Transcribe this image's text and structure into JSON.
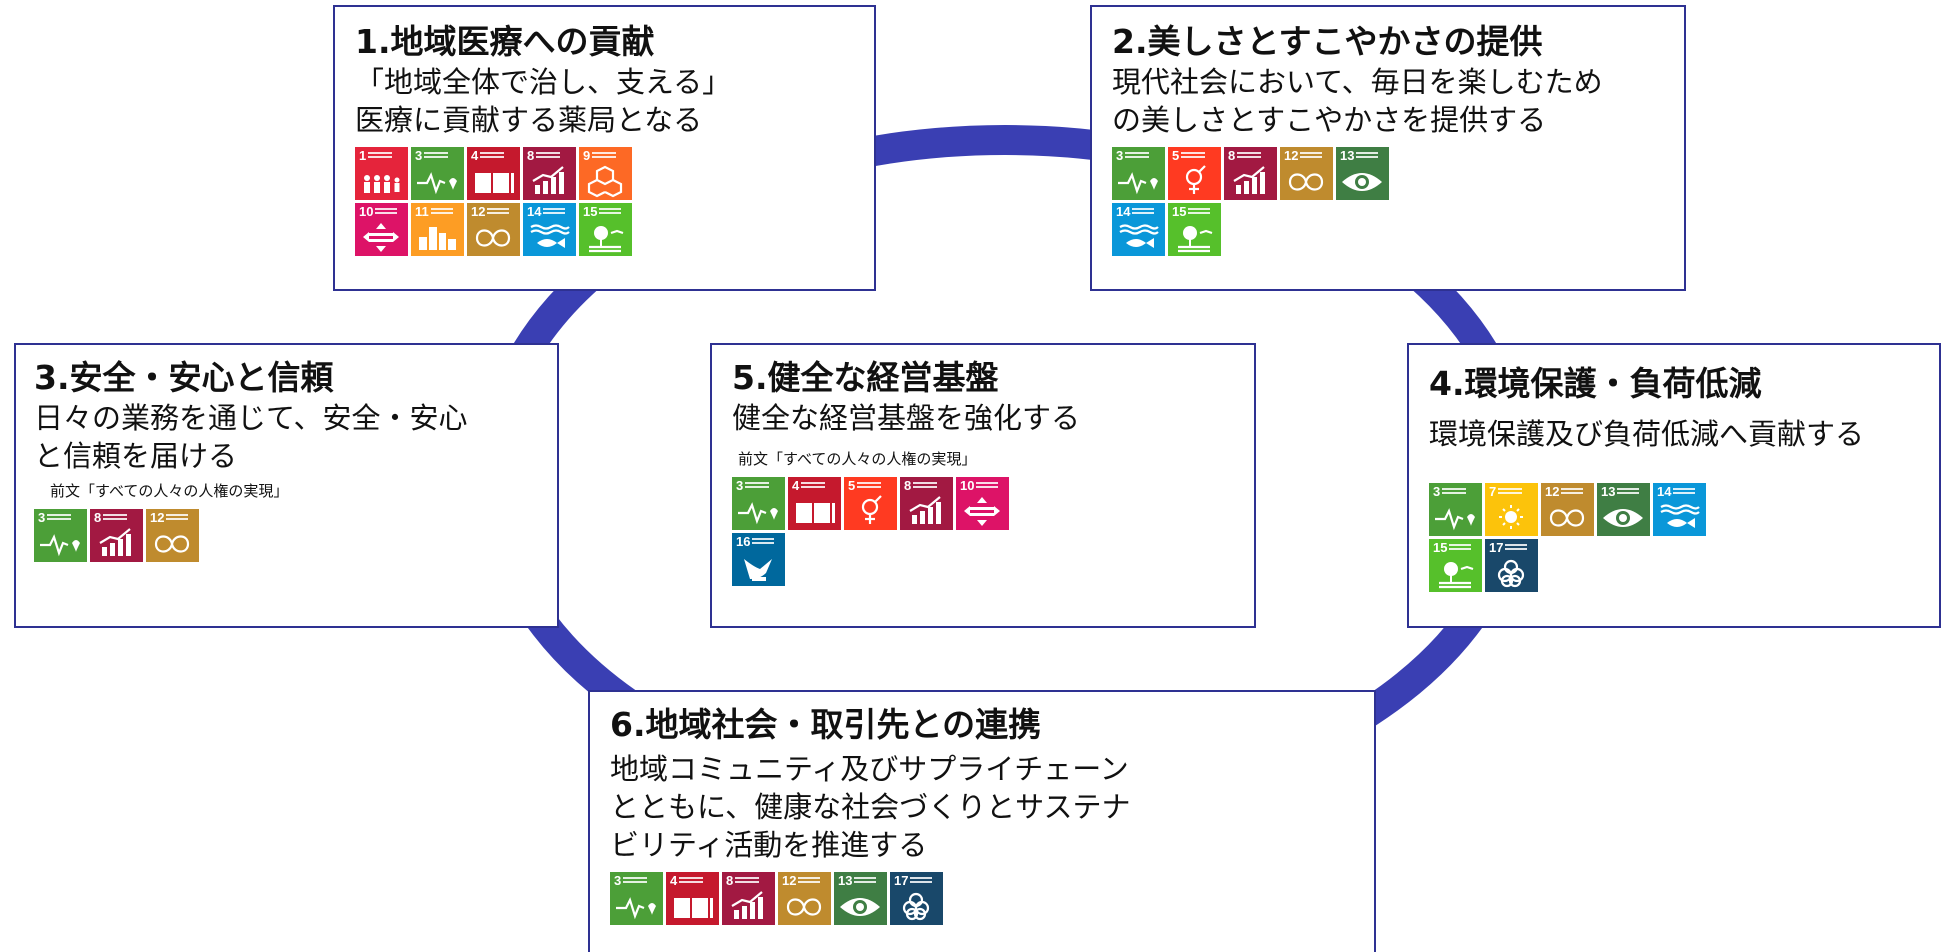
{
  "colors": {
    "ring": "#3a3fb3",
    "border": "#2e3192",
    "sdg": {
      "1": "#e5243b",
      "3": "#4c9f38",
      "4": "#c5192d",
      "5": "#ff3a21",
      "7": "#fcc30b",
      "8": "#a21942",
      "9": "#fd6925",
      "10": "#dd1367",
      "11": "#fd9d24",
      "12": "#bf8b2e",
      "13": "#3f7e44",
      "14": "#0a97d9",
      "15": "#56c02b",
      "16": "#00689d",
      "17": "#19486a"
    }
  },
  "icon_names": {
    "1": "people-icon",
    "3": "heartbeat-icon",
    "4": "book-icon",
    "5": "gender-icon",
    "7": "sun-icon",
    "8": "growth-chart-icon",
    "9": "cubes-icon",
    "10": "equality-icon",
    "11": "city-icon",
    "12": "infinity-icon",
    "13": "eye-globe-icon",
    "14": "fish-icon",
    "15": "tree-icon",
    "16": "dove-icon",
    "17": "rings-icon"
  },
  "cards": [
    {
      "id": "card-1",
      "title": "1.地域医療への貢献",
      "description": "「地域全体で治し、支える」\n 医療に貢献する薬局となる",
      "note": "",
      "columns": 5,
      "icons": [
        "1",
        "3",
        "4",
        "8",
        "9",
        "10",
        "11",
        "12",
        "14",
        "15"
      ]
    },
    {
      "id": "card-2",
      "title": "2.美しさとすこやかさの提供",
      "description": "現代社会において、毎日を楽しむため\nの美しさとすこやかさを提供する",
      "note": "",
      "columns": 5,
      "icons": [
        "3",
        "5",
        "8",
        "12",
        "13",
        "14",
        "15"
      ]
    },
    {
      "id": "card-3",
      "title": "3.安全・安心と信頼",
      "description": "日々の業務を通じて、安全・安心\nと信頼を届ける",
      "note": "前文「すべての人々の人権の実現」",
      "columns": 3,
      "icons": [
        "3",
        "8",
        "12"
      ]
    },
    {
      "id": "card-4",
      "title": "4.環境保護・負荷低減",
      "description": "環境保護及び負荷低減へ貢献する",
      "note": "",
      "columns": 5,
      "icons": [
        "3",
        "7",
        "12",
        "13",
        "14",
        "15",
        "17"
      ]
    },
    {
      "id": "card-5",
      "title": "5.健全な経営基盤",
      "description": "健全な経営基盤を強化する",
      "note": "前文「すべての人々の人権の実現」",
      "columns": 5,
      "icons": [
        "3",
        "4",
        "5",
        "8",
        "10",
        "16"
      ]
    },
    {
      "id": "card-6",
      "title": "6.地域社会・取引先との連携",
      "description": "地域コミュニティ及びサプライチェーン\nとともに、健康な社会づくりとサステナ\nビリティ活動を推進する",
      "note": "",
      "columns": 6,
      "icons": [
        "3",
        "4",
        "8",
        "12",
        "13",
        "17"
      ]
    }
  ]
}
